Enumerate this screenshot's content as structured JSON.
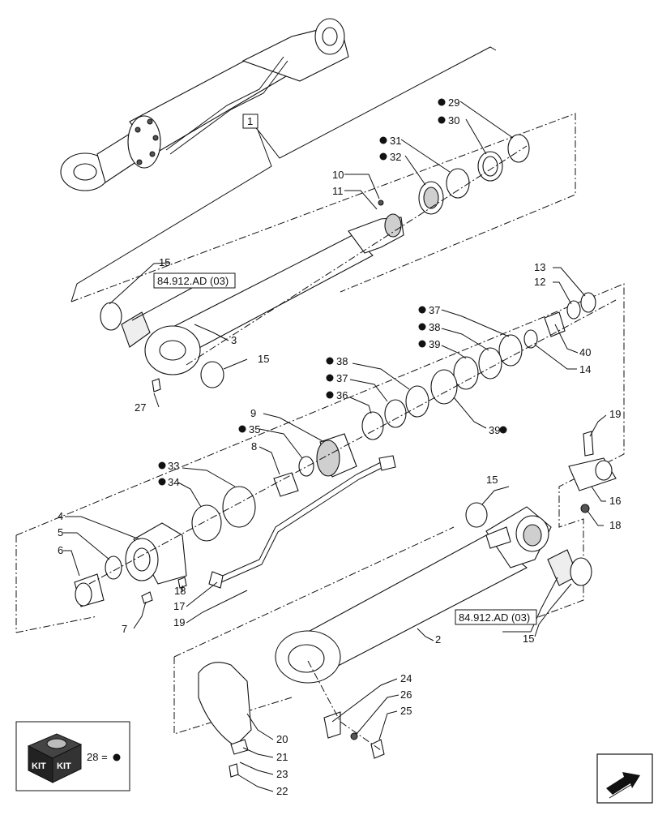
{
  "callouts": {
    "c1": "1",
    "c2": "2",
    "c3": "3",
    "c4": "4",
    "c5": "5",
    "c6": "6",
    "c7": "7",
    "c8": "8",
    "c9": "9",
    "c10": "10",
    "c11": "11",
    "c12": "12",
    "c13": "13",
    "c14": "14",
    "c15a": "15",
    "c15b": "15",
    "c15c": "15",
    "c15d": "15",
    "c16": "16",
    "c17": "17",
    "c18a": "18",
    "c18b": "18",
    "c19a": "19",
    "c19b": "19",
    "c20": "20",
    "c21": "21",
    "c22": "22",
    "c23": "23",
    "c24": "24",
    "c25": "25",
    "c26": "26",
    "c27": "27",
    "c29": "29",
    "c30": "30",
    "c31": "31",
    "c32": "32",
    "c33": "33",
    "c34": "34",
    "c35": "35",
    "c36": "36",
    "c37a": "37",
    "c37b": "37",
    "c38a": "38",
    "c38b": "38",
    "c39a": "39",
    "c39b": "39",
    "c40": "40"
  },
  "references": {
    "ref_top": "84.912.AD (03)",
    "ref_bottom": "84.912.AD (03)"
  },
  "legend": {
    "kit_label_1": "KIT",
    "kit_label_2": "KIT",
    "kit_equation": "28 ="
  },
  "icons": {
    "kit": "kit-box-icon",
    "kit_marker": "filled-dot-icon",
    "navigation": "next-page-arrow-icon"
  },
  "colors": {
    "line": "#111111",
    "part_fill": "#ffffff",
    "shade": "#cfcfcf"
  }
}
